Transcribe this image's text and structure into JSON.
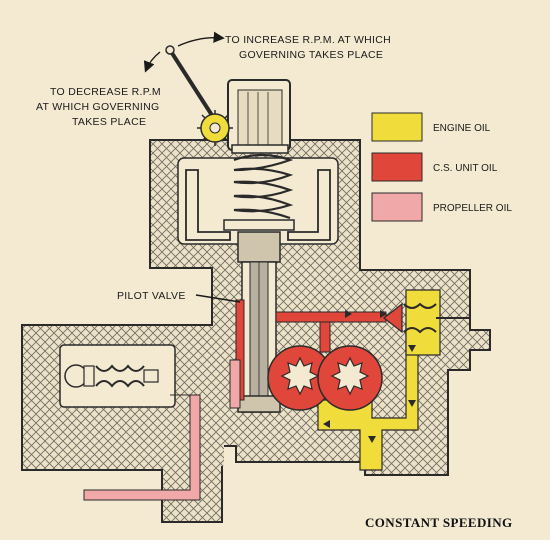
{
  "labels": {
    "increase_line1": "TO INCREASE R.P.M. AT WHICH",
    "increase_line2": "GOVERNING TAKES PLACE",
    "decrease_line1": "TO DECREASE R.P.M",
    "decrease_line2": "AT WHICH GOVERNING",
    "decrease_line3": "TAKES PLACE",
    "pilot_valve": "PILOT VALVE"
  },
  "legend": [
    {
      "label": "ENGINE OIL",
      "color": "#f0dc3a"
    },
    {
      "label": "C.S. UNIT OIL",
      "color": "#e0463a"
    },
    {
      "label": "PROPELLER OIL",
      "color": "#f0a8a8"
    }
  ],
  "caption": "CONSTANT SPEEDING"
}
